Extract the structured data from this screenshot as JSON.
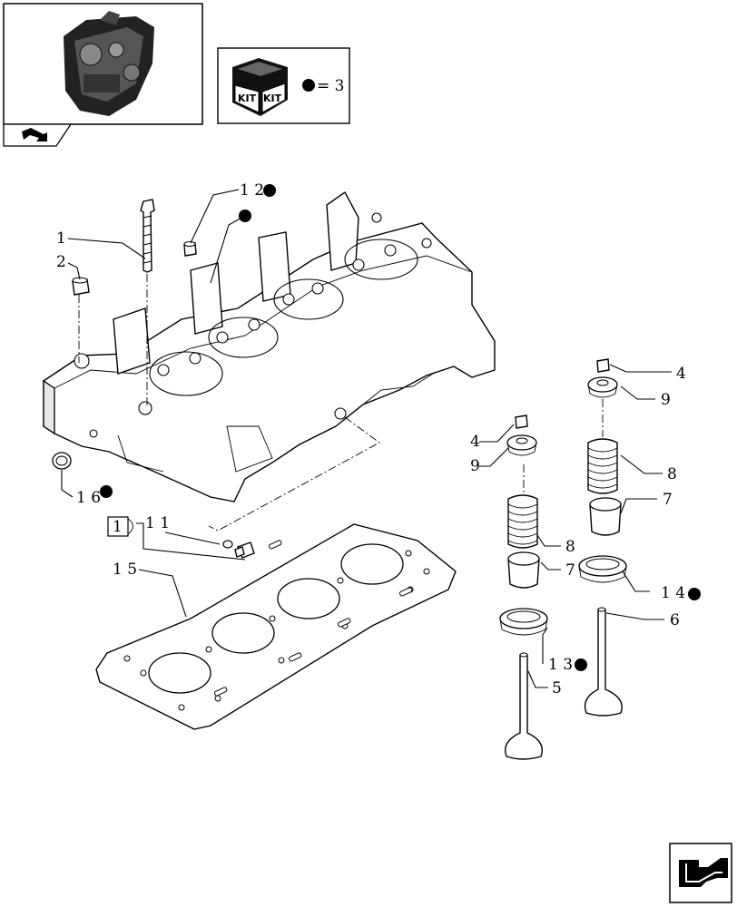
{
  "kit_box": {
    "kit_label_left": "KIT",
    "kit_label_right": "KIT",
    "equals_text": "= 3"
  },
  "callouts": [
    {
      "id": "1",
      "text": "1"
    },
    {
      "id": "2",
      "text": "2"
    },
    {
      "id": "12",
      "text": "1 2"
    },
    {
      "id": "16",
      "text": "1 6"
    },
    {
      "id": "11",
      "text": "1 1"
    },
    {
      "id": "ref1",
      "text": "1"
    },
    {
      "id": "15",
      "text": "1 5"
    },
    {
      "id": "4a",
      "text": "4"
    },
    {
      "id": "9a",
      "text": "9"
    },
    {
      "id": "8a",
      "text": "8"
    },
    {
      "id": "7a",
      "text": "7"
    },
    {
      "id": "14",
      "text": "1 4"
    },
    {
      "id": "6",
      "text": "6"
    },
    {
      "id": "4b",
      "text": "4"
    },
    {
      "id": "9b",
      "text": "9"
    },
    {
      "id": "8b",
      "text": "8"
    },
    {
      "id": "7b",
      "text": "7"
    },
    {
      "id": "13",
      "text": "1 3"
    },
    {
      "id": "5",
      "text": "5"
    }
  ],
  "icons": {
    "engine_thumbnail": "engine-thumbnail-icon",
    "nav_arrow": "return-arrow-icon",
    "kit_box": "kit-box-icon",
    "bullet": "filled-dot-icon"
  }
}
